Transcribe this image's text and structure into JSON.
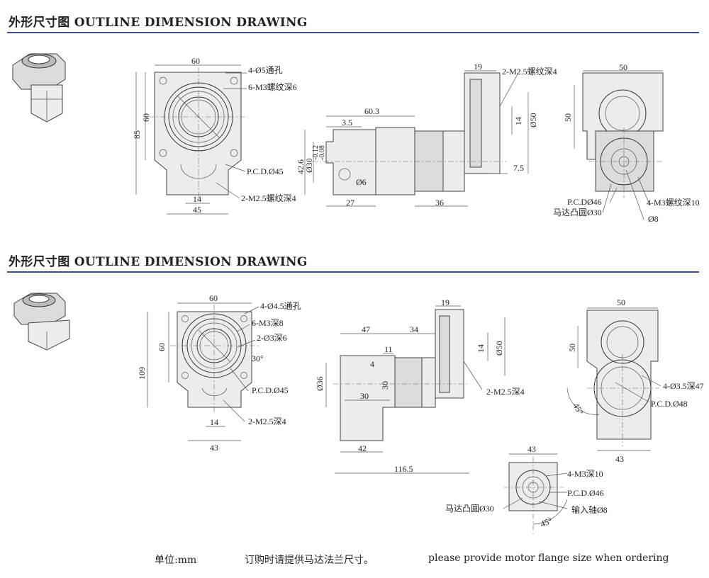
{
  "section1": {
    "title": "外形尺寸图 OUTLINE DIMENSION DRAWING",
    "labels": {
      "w60": "60",
      "h60": "60",
      "h85": "85",
      "holes": "4-Ø5通孔",
      "tap": "6-M3螺纹深6",
      "pcd": "P.C.D.Ø45",
      "tap2": "2-M2.5螺纹深4",
      "b14": "14",
      "b45": "45",
      "l603": "60.3",
      "l35": "3.5",
      "l426": "42.6",
      "dia30": "Ø30",
      "tol_top": "-0.12",
      "tol_bot": "-0.08",
      "d6": "Ø6",
      "l27": "27",
      "l36": "36",
      "l19": "19",
      "side_tap": "2-M2.5螺纹深4",
      "s14": "14",
      "dia50": "Ø50",
      "l75": "7.5",
      "r50w": "50",
      "r50h": "50",
      "pcd46": "P.C.DØ46",
      "boss": "马达凸圆Ø30",
      "tap10": "4-M3螺纹深10",
      "d8": "Ø8"
    }
  },
  "section2": {
    "title": "外形尺寸图 OUTLINE DIMENSION DRAWING",
    "labels": {
      "w60": "60",
      "h60": "60",
      "h109": "109",
      "holes": "4-Ø4.5通孔",
      "tap": "6-M3深8",
      "pin": "2-Ø3深6",
      "ang30": "30°",
      "pcd": "P.C.D.Ø45",
      "tap2": "2-M2.5深4",
      "b14": "14",
      "b43": "43",
      "l47": "47",
      "l34": "34",
      "l19": "19",
      "l11": "11",
      "l4": "4",
      "dia36": "Ø36",
      "l30a": "30",
      "l30b": "30",
      "l42": "42",
      "l1165": "116.5",
      "s14": "14",
      "dia50": "Ø50",
      "side_tap": "2-M2.5深4",
      "r50w": "50",
      "r50h": "50",
      "r43": "43",
      "holes35": "4-Ø3.5深47",
      "pcd48": "P.C.D.Ø48",
      "ang45": "45°",
      "m43": "43",
      "tap10": "4-M3深10",
      "pcd46": "P.C.D.Ø46",
      "boss": "马达凸圆Ø30",
      "shaft": "输入轴Ø8",
      "ang45b": "45°"
    }
  },
  "footer": {
    "unit": "单位:mm",
    "note_cn": "订购时请提供马达法兰尺寸。",
    "note_en": "please provide motor flange size when ordering"
  }
}
